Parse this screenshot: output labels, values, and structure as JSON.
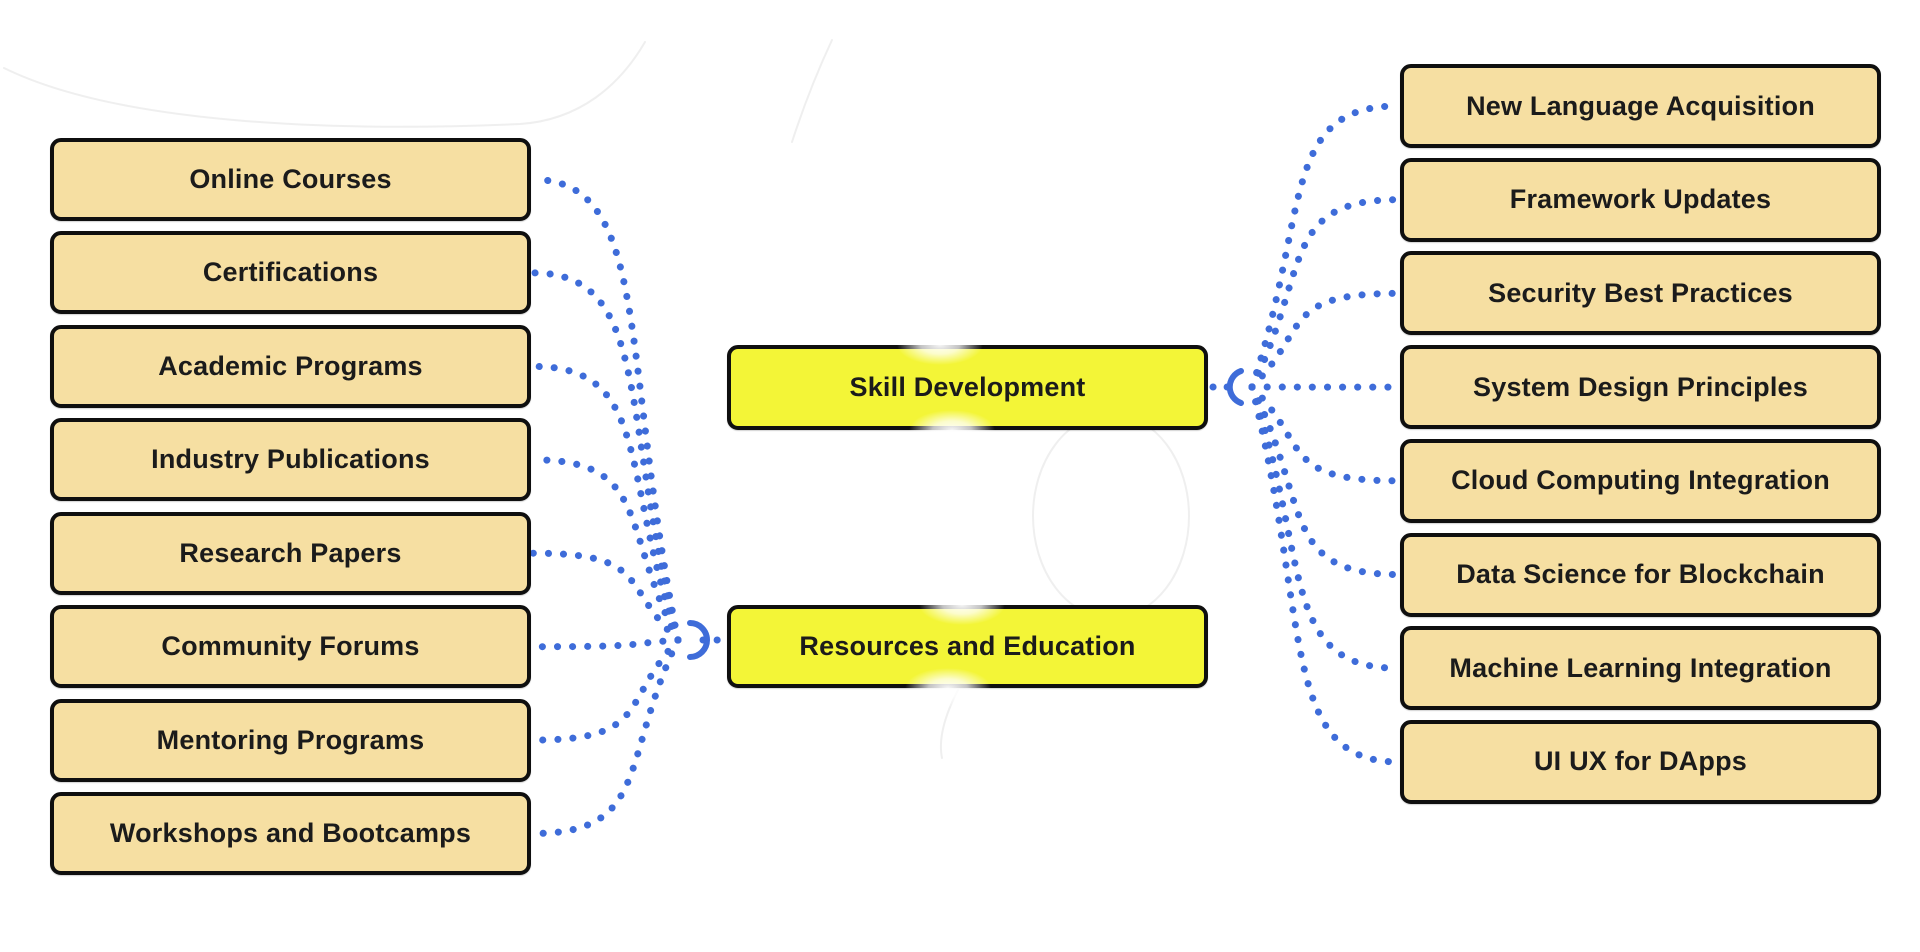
{
  "diagram": {
    "background_color": "#ffffff",
    "connector_color": "#3E6CD9",
    "leaf_fill_color": "#F6DFA2",
    "center_fill_color": "#F3F537",
    "border_color": "#0f0f0f",
    "center_nodes": [
      {
        "label": "Skill Development"
      },
      {
        "label": "Resources and Education"
      }
    ],
    "left_nodes": {
      "parent": "Resources and Education",
      "items": [
        "Online Courses",
        "Certifications",
        "Academic Programs",
        "Industry Publications",
        "Research Papers",
        "Community Forums",
        "Mentoring Programs",
        "Workshops and Bootcamps"
      ]
    },
    "right_nodes": {
      "parent": "Skill Development",
      "items": [
        "New Language Acquisition",
        "Framework Updates",
        "Security Best Practices",
        "System Design Principles",
        "Cloud Computing Integration",
        "Data Science for Blockchain",
        "Machine Learning Integration",
        "UI UX for DApps"
      ]
    }
  }
}
